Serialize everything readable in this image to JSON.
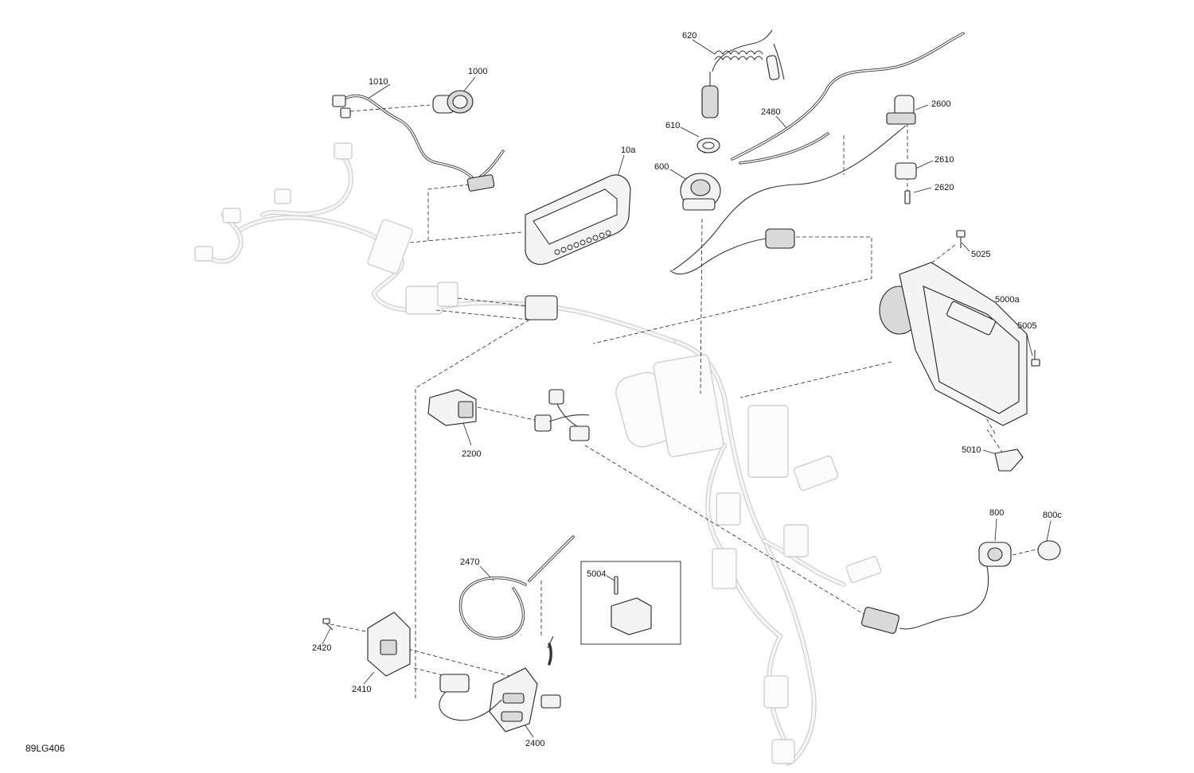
{
  "drawing_code": "89LG406",
  "callouts": {
    "c620": "620",
    "c1000": "1000",
    "c1010": "1010",
    "c610": "610",
    "c2480": "2480",
    "c2600": "2600",
    "c10a": "10a",
    "c600": "600",
    "c2610": "2610",
    "c2620": "2620",
    "c5025": "5025",
    "c5000a": "5000a",
    "c5005": "5005",
    "c2200": "2200",
    "c5010": "5010",
    "c800": "800",
    "c800c": "800c",
    "c2470": "2470",
    "c5004": "5004",
    "c2420": "2420",
    "c2410": "2410",
    "c2400": "2400"
  }
}
